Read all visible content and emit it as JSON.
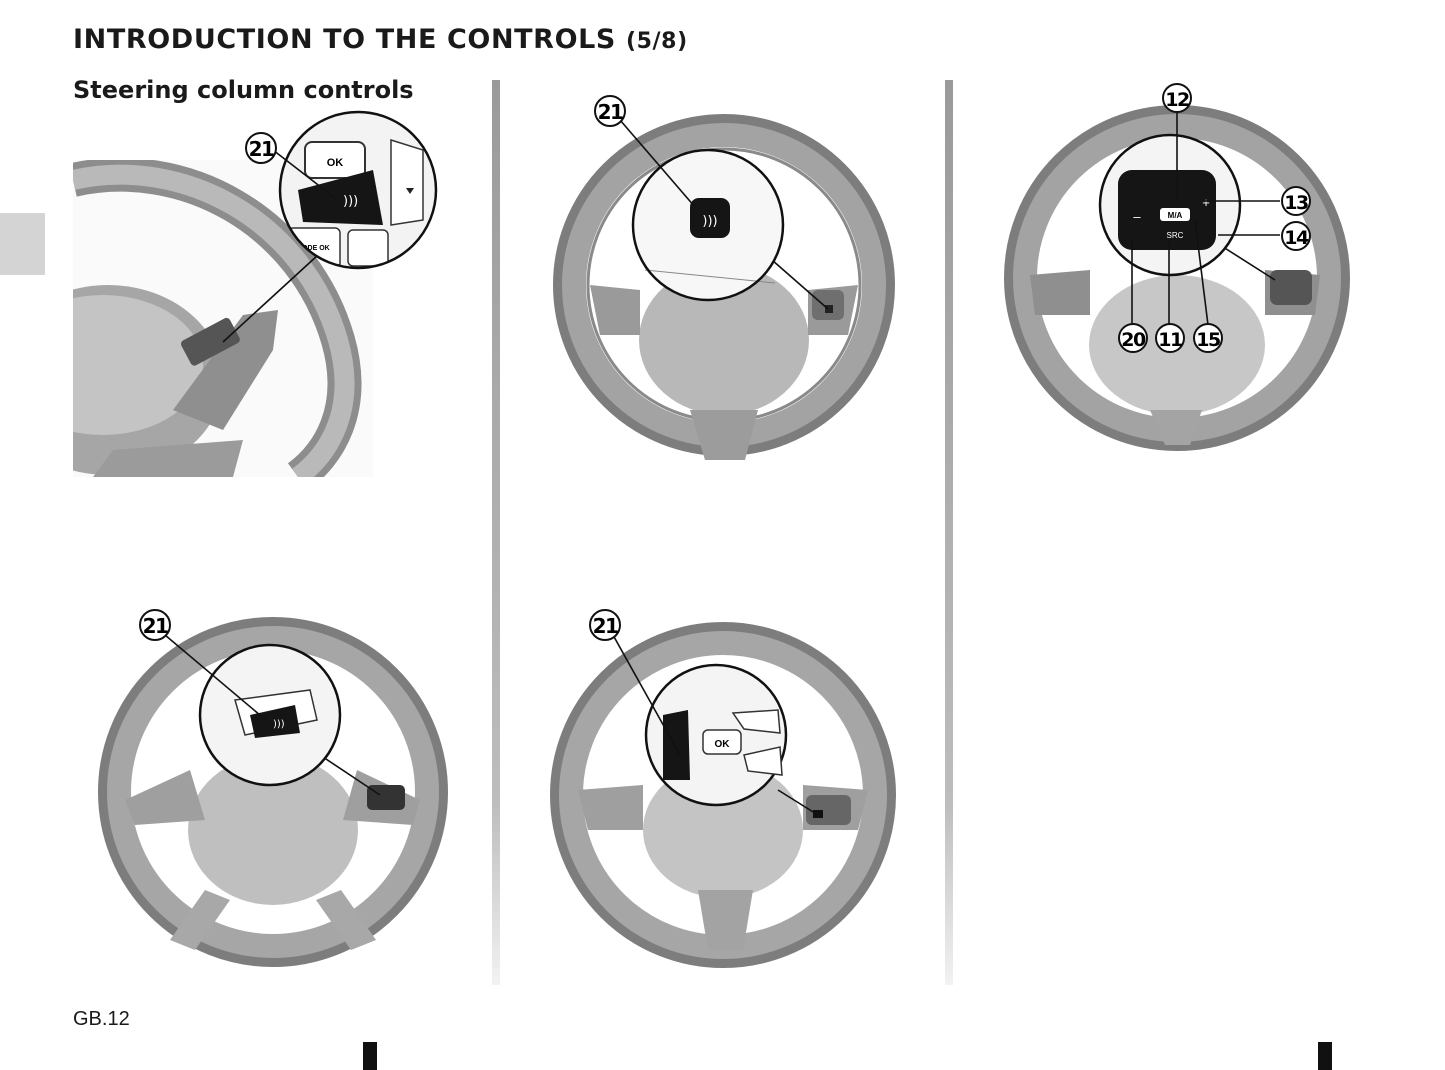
{
  "page": {
    "title": "INTRODUCTION TO THE CONTROLS",
    "page_indicator": "(5/8)",
    "subtitle": "Steering column controls",
    "page_number": "GB.12"
  },
  "figures": [
    {
      "name": "figure-1",
      "callouts": [
        "21"
      ],
      "button_labels": [
        "OK",
        "MODE OK"
      ]
    },
    {
      "name": "figure-2",
      "callouts": [
        "21"
      ]
    },
    {
      "name": "figure-3",
      "callouts": [
        "12",
        "13",
        "14",
        "20",
        "11",
        "15"
      ],
      "button_labels": [
        "M/A",
        "SRC",
        "+",
        "–"
      ]
    },
    {
      "name": "figure-4",
      "callouts": [
        "21"
      ]
    },
    {
      "name": "figure-5",
      "callouts": [
        "21"
      ],
      "button_labels": [
        "OK"
      ]
    }
  ],
  "colors": {
    "text": "#1a1a1a",
    "rule": "#a8a8a8",
    "tab": "#d4d4d4"
  }
}
